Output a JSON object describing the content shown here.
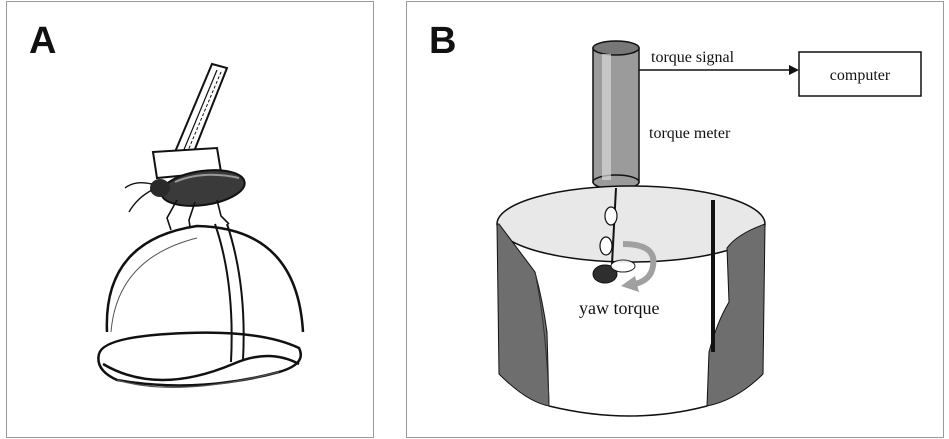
{
  "panels": [
    {
      "letter": "A",
      "subject": "beetle tethered on air-supported ball"
    },
    {
      "letter": "B",
      "subject": "fly torque meter flight simulator"
    }
  ],
  "panel_b_labels": {
    "torque_signal": "torque signal",
    "computer": "computer",
    "torque_meter": "torque meter",
    "yaw_torque": "yaw torque"
  },
  "colors": {
    "drum": "#6e6e6e",
    "drum_top": "#e8e8e8",
    "meter": "#9b9b9b",
    "outline": "#111111"
  }
}
